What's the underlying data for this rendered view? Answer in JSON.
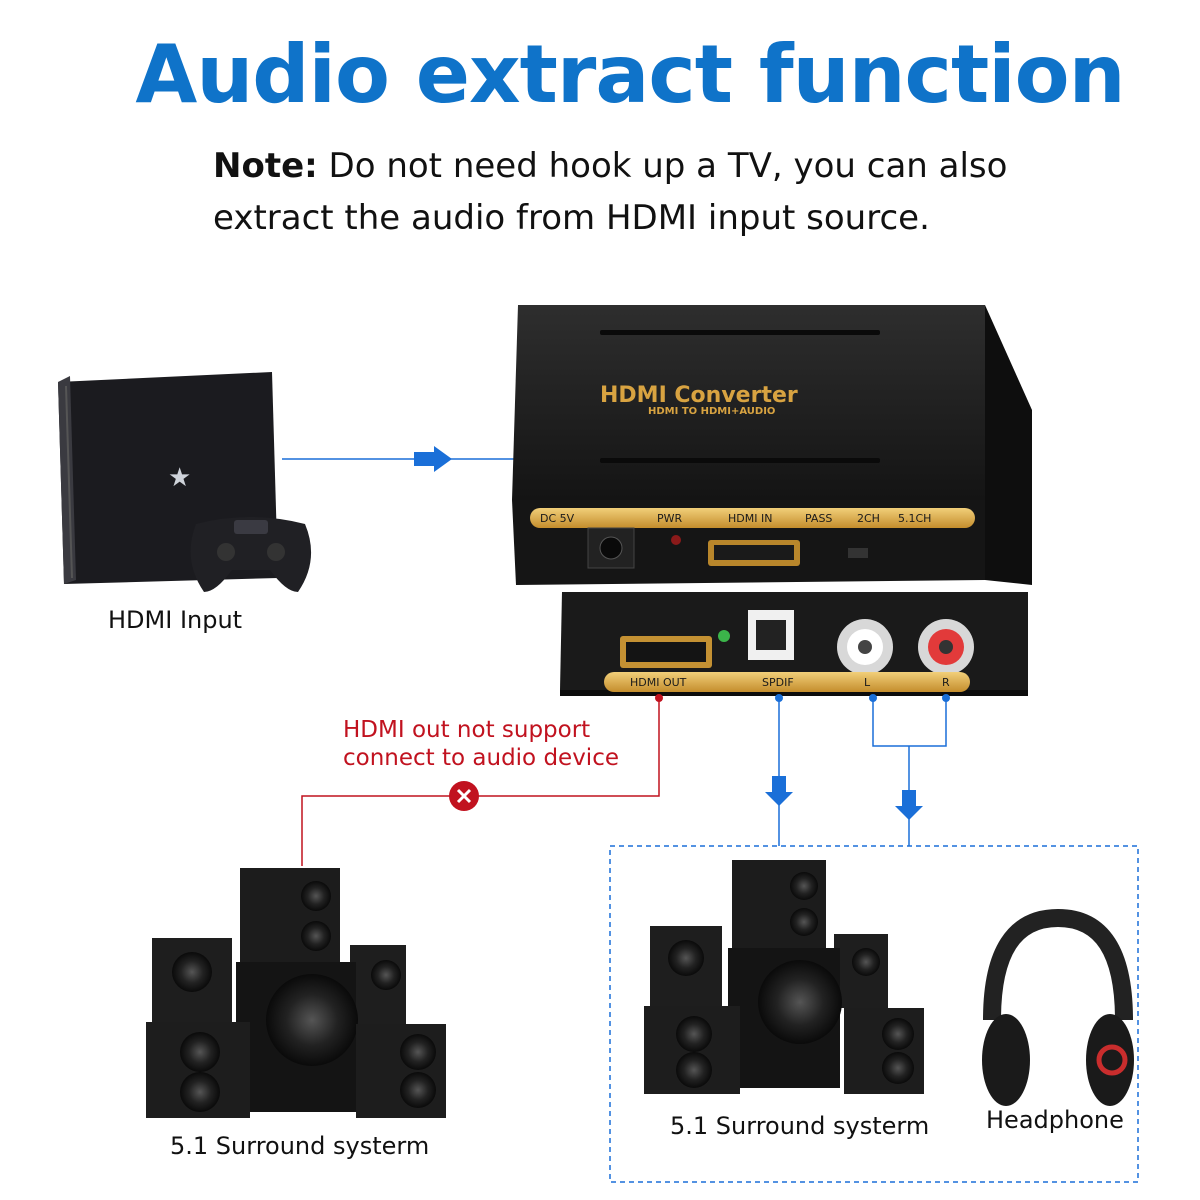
{
  "header": {
    "title": "Audio extract function",
    "note_label": "Note:",
    "note_text": " Do not need hook up a TV, you can also extract the audio from HDMI input source."
  },
  "converter": {
    "brand": "HDMI  Converter",
    "subtitle": "HDMI TO HDMI+AUDIO",
    "top_ports": [
      "DC 5V",
      "PWR",
      "HDMI IN",
      "PASS",
      "2CH",
      "5.1CH"
    ],
    "bottom_ports": [
      "HDMI OUT",
      "SPDIF",
      "L",
      "R"
    ]
  },
  "labels": {
    "hdmi_input": "HDMI Input",
    "warning_line1": "HDMI out not support",
    "warning_line2": "connect to audio device",
    "surround_left": "5.1 Surround systerm",
    "surround_right": "5.1 Surround systerm",
    "headphone": "Headphone"
  },
  "colors": {
    "title_blue": "#0f73c9",
    "link_blue": "#1a6fd8",
    "warning_red": "#c1121f",
    "gold": "#d8a341"
  },
  "icons": [
    "playstation-console-icon",
    "gamepad-icon",
    "converter-box-icon",
    "speaker-set-icon",
    "headphone-icon",
    "x-mark-icon",
    "arrow-right-icon",
    "arrow-down-icon"
  ]
}
